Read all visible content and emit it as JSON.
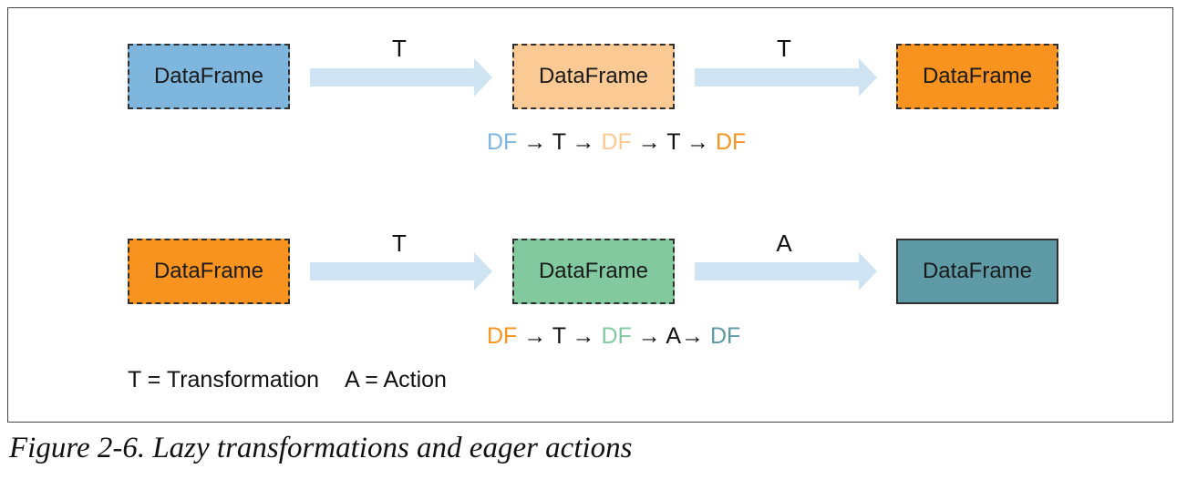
{
  "rows": [
    {
      "boxes": [
        {
          "label": "DataFrame",
          "color": "#7fb6de",
          "style": "dashed"
        },
        {
          "label": "DataFrame",
          "color": "#fac994",
          "style": "dashed"
        },
        {
          "label": "DataFrame",
          "color": "#f7931e",
          "style": "dashed"
        }
      ],
      "arrows": [
        "T",
        "T"
      ],
      "sequence": [
        {
          "text": "DF",
          "color": "#7fb6de"
        },
        {
          "text": " → T → ",
          "color": "#111111"
        },
        {
          "text": "DF",
          "color": "#fac994"
        },
        {
          "text": " → T → ",
          "color": "#111111"
        },
        {
          "text": "DF",
          "color": "#f7931e"
        }
      ]
    },
    {
      "boxes": [
        {
          "label": "DataFrame",
          "color": "#f7931e",
          "style": "dashed"
        },
        {
          "label": "DataFrame",
          "color": "#82c9a0",
          "style": "dashed"
        },
        {
          "label": "DataFrame",
          "color": "#5d9aa6",
          "style": "solid"
        }
      ],
      "arrows": [
        "T",
        "A"
      ],
      "sequence": [
        {
          "text": "DF",
          "color": "#f7931e"
        },
        {
          "text": " → T → ",
          "color": "#111111"
        },
        {
          "text": "DF",
          "color": "#82c9a0"
        },
        {
          "text": " → A→ ",
          "color": "#111111"
        },
        {
          "text": "DF",
          "color": "#5d9aa6"
        }
      ]
    }
  ],
  "arrow_color": "#cfe4f2",
  "legend": {
    "transformation": "T = Transformation",
    "action": "A = Action"
  },
  "caption": "Figure 2-6. Lazy transformations and eager actions"
}
